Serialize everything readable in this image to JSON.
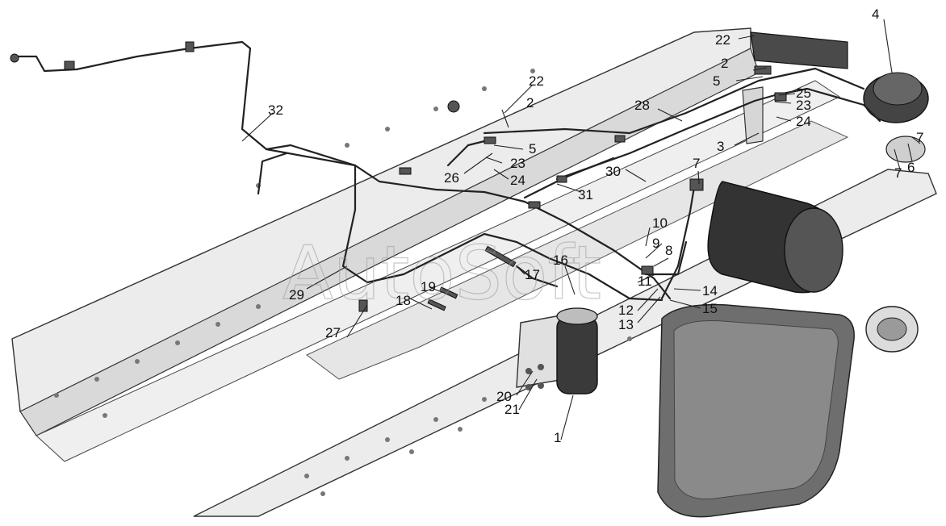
{
  "diagram": {
    "watermark": "AutoSoft",
    "callouts": [
      "1",
      "2",
      "3",
      "4",
      "5",
      "6",
      "7",
      "8",
      "9",
      "10",
      "11",
      "12",
      "13",
      "14",
      "15",
      "16",
      "17",
      "18",
      "19",
      "20",
      "21",
      "22",
      "23",
      "24",
      "25",
      "26",
      "27",
      "28",
      "29",
      "30",
      "31",
      "32"
    ],
    "repeated_callouts": {
      "c2b": "2",
      "c5b": "5",
      "c7b": "7",
      "c7c": "7",
      "c22b": "22",
      "c23b": "23",
      "c24b": "24"
    }
  },
  "colors": {
    "frame_fill": "#ececec",
    "frame_shadow": "#d2d2d2",
    "line": "#222222",
    "receiver_dark": "#333333",
    "tank_fill": "#6e6e6e"
  }
}
